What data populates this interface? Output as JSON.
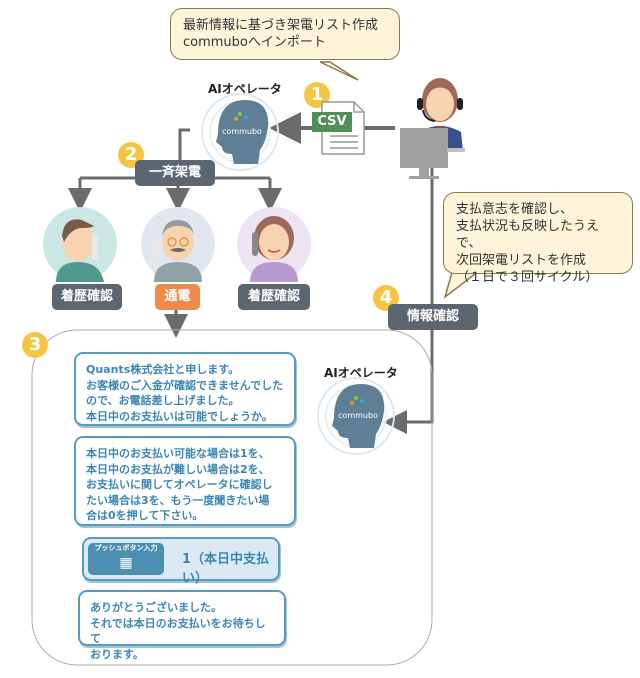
{
  "top_note": {
    "line1": "最新情報に基づき架電リスト作成",
    "line2": "commuboへインポート"
  },
  "right_note": {
    "line1": "支払意志を確認し、",
    "line2": "支払状況も反映したうえで、",
    "line3": "次回架電リストを作成",
    "line4": "（１日で３回サイクル）"
  },
  "ai_operator_top": {
    "title": "AIオペレータ",
    "logo": "commubo"
  },
  "ai_operator_bottom": {
    "title": "AIオペレータ",
    "logo": "commubo"
  },
  "csv_label": "CSV",
  "steps": [
    {
      "num": "1"
    },
    {
      "num": "2",
      "label": "一斉架電"
    },
    {
      "num": "3"
    },
    {
      "num": "4",
      "label": "情報確認"
    }
  ],
  "customers": [
    {
      "status": "着歴確認",
      "icon": "young-man-on-phone",
      "color": "#5b6670"
    },
    {
      "status": "通電",
      "icon": "elderly-man-on-phone",
      "color": "#ef8a4a"
    },
    {
      "status": "着歴確認",
      "icon": "woman-on-phone",
      "color": "#5b6670"
    }
  ],
  "dialog": {
    "msg1": [
      "Quants株式会社と申します。",
      "お客様のご入金が確認できませんでした",
      "ので、お電話差し上げました。",
      "本日中のお支払いは可能でしょうか。"
    ],
    "msg2": [
      "本日中のお支払い可能な場合は1を、",
      "本日中のお支払が難しい場合は2を、",
      "お支払いに関してオペレータに確認し",
      "たい場合は3を、もう一度聞きたい場",
      "合は0を押して下さい。"
    ],
    "push": {
      "title": "プッシュボタン入力",
      "value": "1（本日中支払い）"
    },
    "msg3": [
      "ありがとうございました。",
      "それでは本日のお支払いをお待ちして",
      "おります。"
    ]
  },
  "colors": {
    "label_gray": "#5b6670",
    "accent_orange": "#ef8a4a",
    "step_yellow": "#f5c542",
    "bubble_blue": "#5a9bbd",
    "note_bg": "#fdf4d9",
    "csv_green": "#4f8f5a"
  }
}
